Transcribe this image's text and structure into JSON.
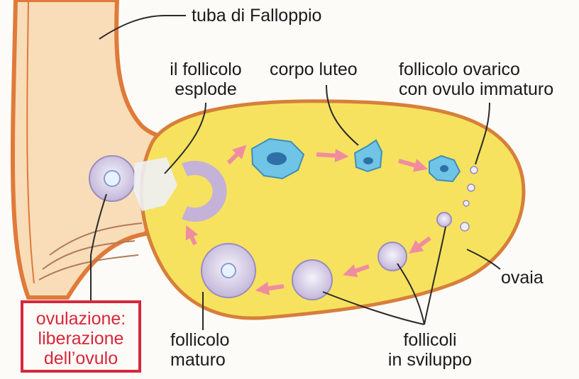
{
  "labels": {
    "tube": "tuba di Falloppio",
    "burst_line1": "il follicolo",
    "burst_line2": "esplode",
    "luteum": "corpo luteo",
    "immature_line1": "follicolo ovarico",
    "immature_line2": "con ovulo immaturo",
    "ovary": "ovaia",
    "ovulation_line1": "ovulazione:",
    "ovulation_line2": "liberazione",
    "ovulation_line3": "dell’ovulo",
    "mature_line1": "follicolo",
    "mature_line2": "maturo",
    "developing_line1": "follicoli",
    "developing_line2": "in sviluppo"
  },
  "colors": {
    "ovary_fill": "#f6e25f",
    "ovary_outline": "#d77f3a",
    "tube_fill": "#f8ddb8",
    "tube_outline": "#e07a3a",
    "arrow": "#f08ca0",
    "follicle": "#c4b2d8",
    "luteum": "#70c4e6",
    "ovulation_box": "#d6283a"
  }
}
